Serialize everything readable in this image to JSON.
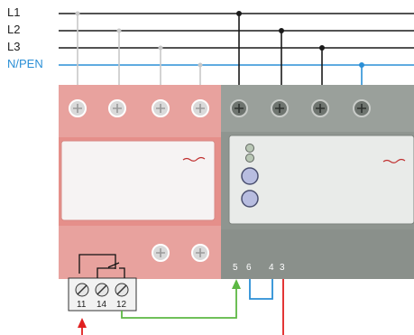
{
  "lines": {
    "l1": "L1",
    "l2": "L2",
    "l3": "L3",
    "npen": "N/PEN"
  },
  "aux_terminals": [
    "11",
    "14",
    "12"
  ],
  "module_terminals": [
    "5",
    "6",
    "4",
    "3"
  ],
  "colors": {
    "phase_wire": "#1a1a1a",
    "pen_wire": "#2a8fd6",
    "tap_wire": "#c8c8c8",
    "signal_wire": "#5cb843",
    "feed_wire": "#e02020",
    "spd_body": "#e58f8a",
    "module_body": "#8f9590"
  }
}
